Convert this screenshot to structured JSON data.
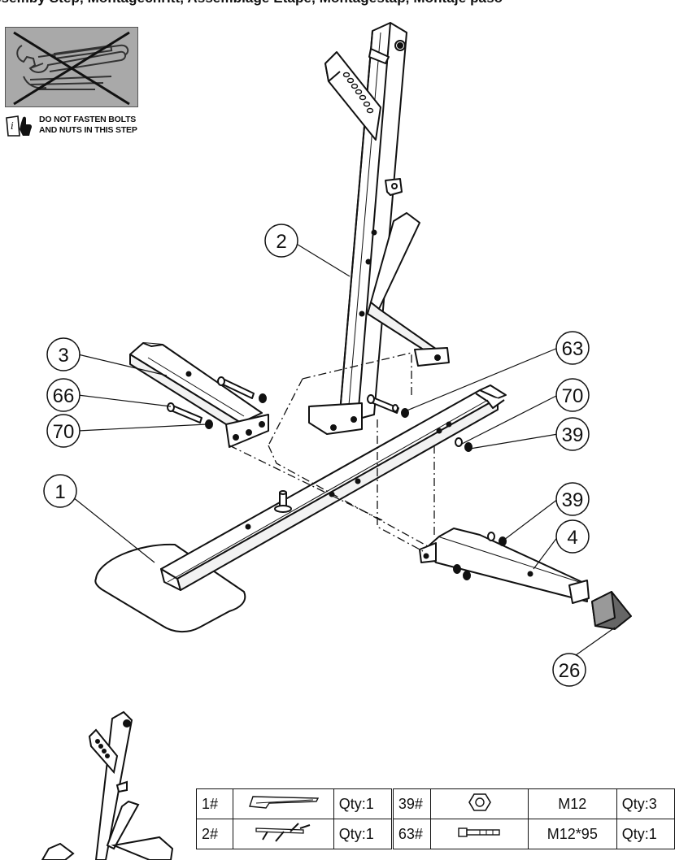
{
  "header": {
    "title": "ssemby Step, Montagechritt, Assemblage Etape, Montagestap, Montaje paso"
  },
  "warning": {
    "note_line1": "DO NOT FASTEN BOLTS",
    "note_line2": "AND NUTS IN THIS STEP",
    "image": "wrench-crossed-out-icon",
    "info_icon": "info-hand-icon"
  },
  "callouts": [
    {
      "id": "c2",
      "label": "2"
    },
    {
      "id": "c3",
      "label": "3"
    },
    {
      "id": "c66",
      "label": "66"
    },
    {
      "id": "c70a",
      "label": "70"
    },
    {
      "id": "c1",
      "label": "1"
    },
    {
      "id": "c63",
      "label": "63"
    },
    {
      "id": "c70b",
      "label": "70"
    },
    {
      "id": "c39a",
      "label": "39"
    },
    {
      "id": "c39b",
      "label": "39"
    },
    {
      "id": "c4",
      "label": "4"
    },
    {
      "id": "c26",
      "label": "26"
    }
  ],
  "parts_table": {
    "rows": [
      {
        "left_num": "1#",
        "left_icon": "base-frame-icon",
        "left_qty": "Qty:1",
        "right_num": "39#",
        "right_icon": "nut-icon",
        "right_spec": "M12",
        "right_qty": "Qty:3"
      },
      {
        "left_num": "2#",
        "left_icon": "upright-frame-icon",
        "left_qty": "Qty:1",
        "right_num": "63#",
        "right_icon": "bolt-icon",
        "right_spec": "M12*95",
        "right_qty": "Qty:1"
      }
    ]
  },
  "colors": {
    "line": "#111111",
    "warning_bg": "#a9a9a9"
  }
}
